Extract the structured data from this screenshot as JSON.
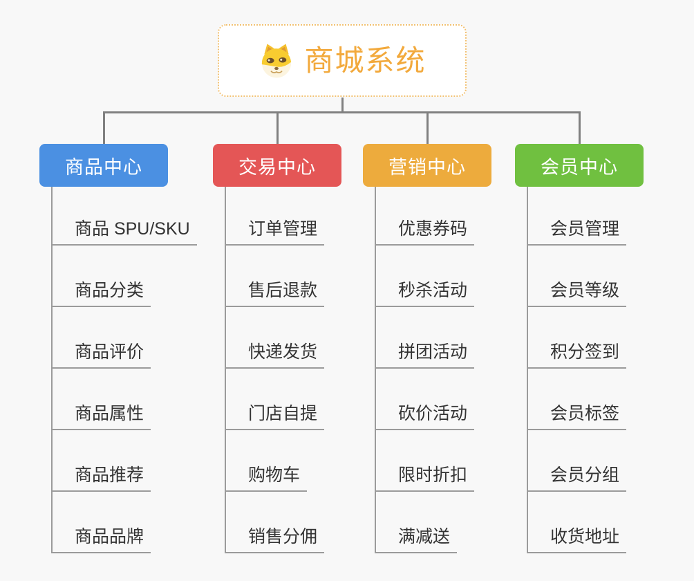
{
  "canvas": {
    "background": "#F8F8F8"
  },
  "root": {
    "title": "商城系统",
    "icon": "doge-icon",
    "text_color": "#F2A93C",
    "border_color": "#F2C172",
    "background": "#FFFFFF"
  },
  "connectors": {
    "tree_line_color": "#808080",
    "child_line_color": "#9B9B9B"
  },
  "child_text_color": "#333333",
  "branches": [
    {
      "label": "商品中心",
      "color": "#4B90E2",
      "children": [
        "商品 SPU/SKU",
        "商品分类",
        "商品评价",
        "商品属性",
        "商品推荐",
        "商品品牌"
      ]
    },
    {
      "label": "交易中心",
      "color": "#E45656",
      "children": [
        "订单管理",
        "售后退款",
        "快递发货",
        "门店自提",
        "购物车",
        "销售分佣"
      ]
    },
    {
      "label": "营销中心",
      "color": "#EDAB3D",
      "children": [
        "优惠券码",
        "秒杀活动",
        "拼团活动",
        "砍价活动",
        "限时折扣",
        "满减送"
      ]
    },
    {
      "label": "会员中心",
      "color": "#70C040",
      "children": [
        "会员管理",
        "会员等级",
        "积分签到",
        "会员标签",
        "会员分组",
        "收货地址"
      ]
    }
  ]
}
